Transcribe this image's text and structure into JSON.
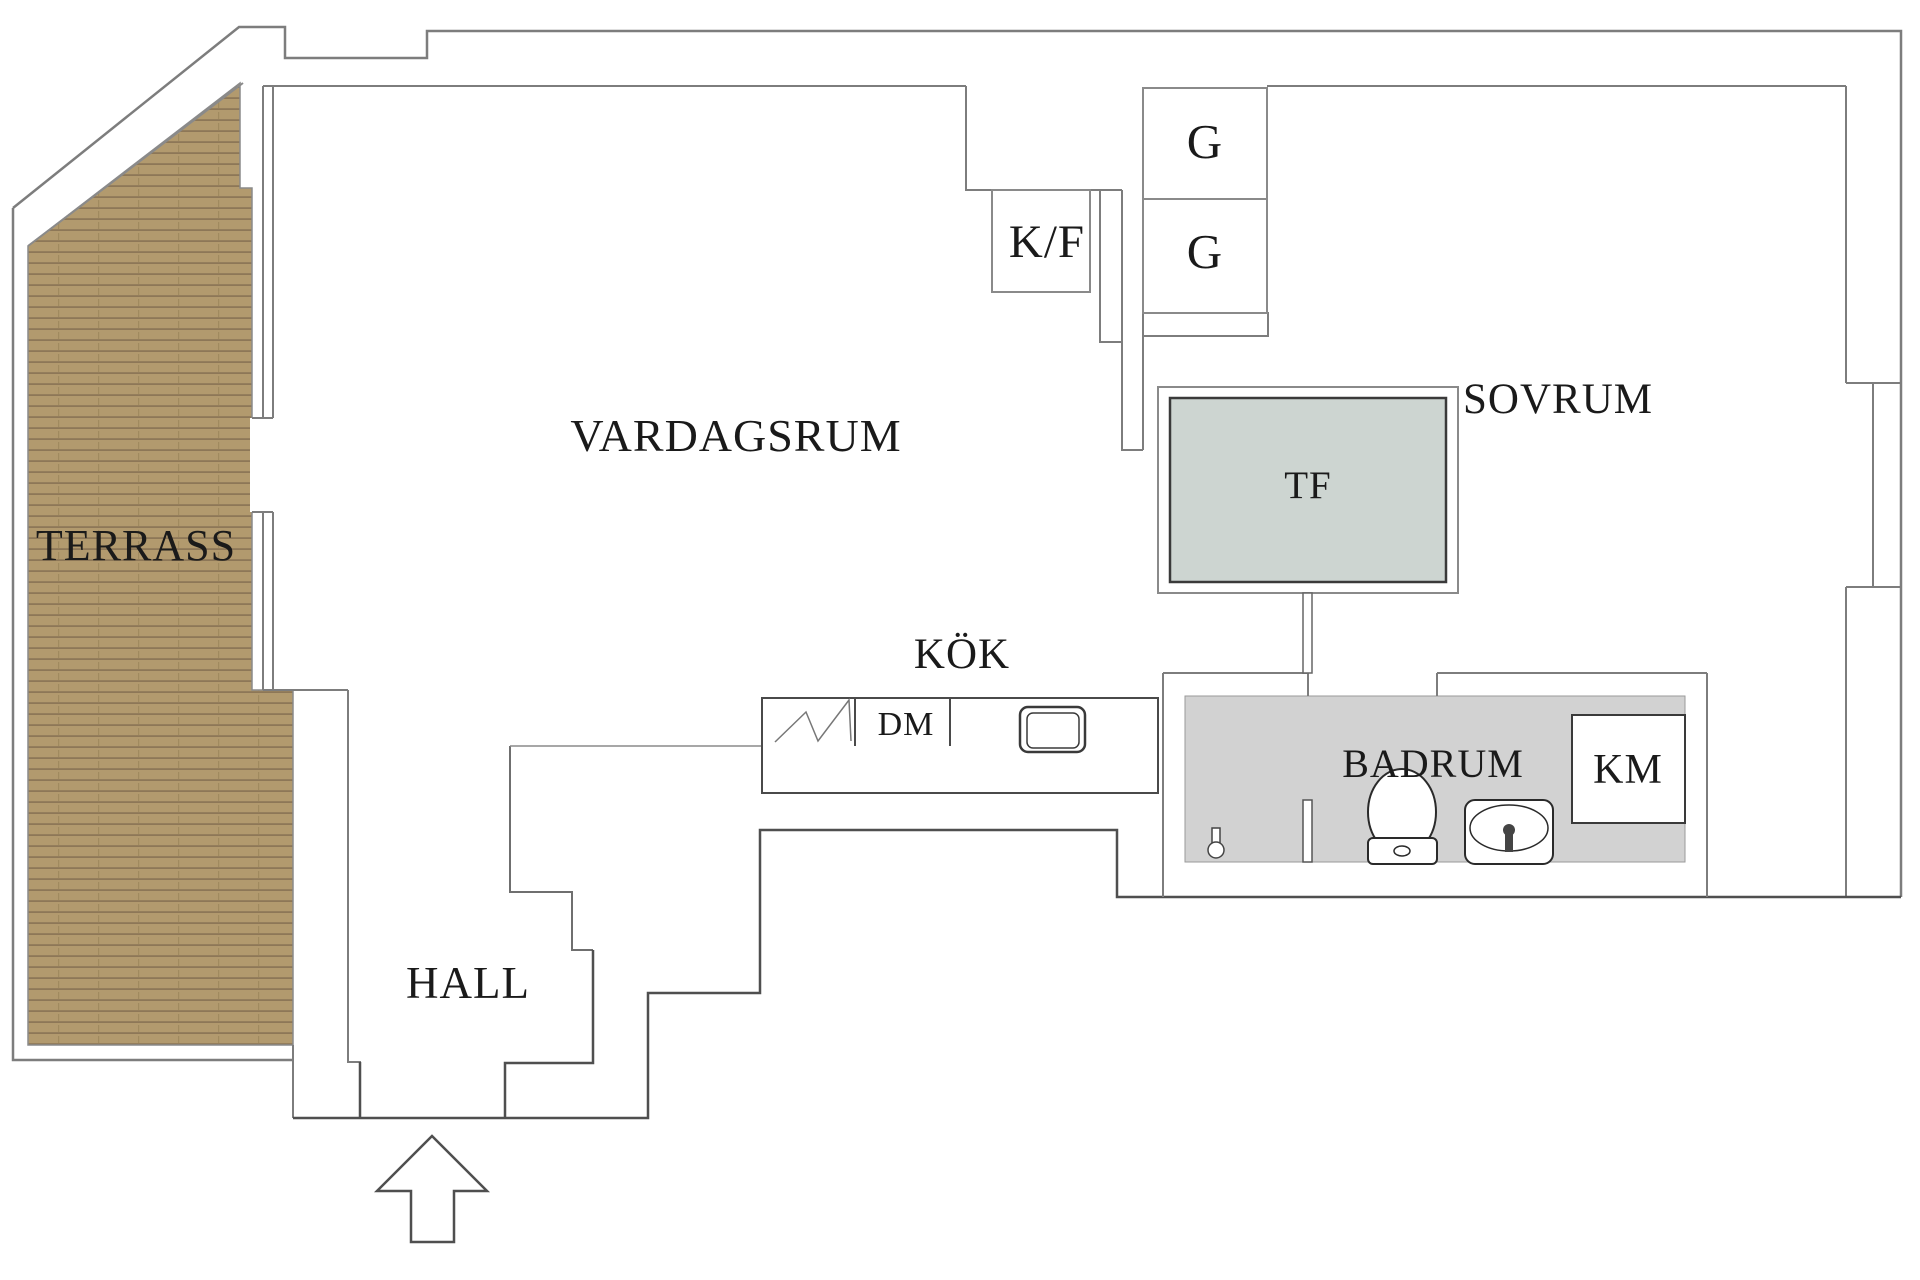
{
  "plan": {
    "type": "apartment floor plan",
    "rooms": {
      "terrace": {
        "label": "TERRASS"
      },
      "living": {
        "label": "VARDAGSRUM"
      },
      "bedroom": {
        "label": "SOVRUM"
      },
      "kitchen": {
        "label": "KÖK"
      },
      "hall": {
        "label": "HALL"
      },
      "bathroom": {
        "label": "BADRUM"
      }
    },
    "fixtures": {
      "fridge_freezer": {
        "label": "K/F"
      },
      "wardrobe_1": {
        "label": "G"
      },
      "wardrobe_2": {
        "label": "G"
      },
      "roof_window": {
        "label": "TF"
      },
      "dishwasher": {
        "label": "DM"
      },
      "washing_machine": {
        "label": "KM"
      }
    },
    "colors": {
      "wall_line": "#7d7d7d",
      "dark_line": "#4f4f4f",
      "fixture_line": "#3a3a3a",
      "decking_base": "#b29a6e",
      "decking_groove": "#8d7757",
      "bathroom_fill": "#d2d2d2",
      "glass_fill": "#cdd5d1",
      "background": "#ffffff"
    }
  }
}
